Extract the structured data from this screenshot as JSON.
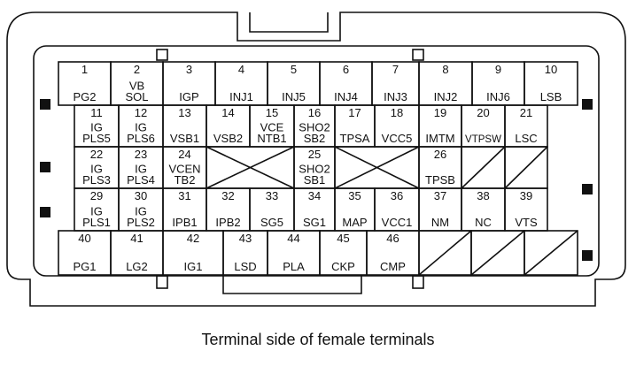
{
  "caption": "Terminal side of female terminals",
  "terminals": [
    {
      "id": "t1",
      "num": "1",
      "lines": [
        "PG2"
      ]
    },
    {
      "id": "t2",
      "num": "2",
      "lines": [
        "VB",
        "SOL"
      ]
    },
    {
      "id": "t3",
      "num": "3",
      "lines": [
        "IGP"
      ]
    },
    {
      "id": "t4",
      "num": "4",
      "lines": [
        "INJ1"
      ]
    },
    {
      "id": "t5",
      "num": "5",
      "lines": [
        "INJ5"
      ]
    },
    {
      "id": "t6",
      "num": "6",
      "lines": [
        "INJ4"
      ]
    },
    {
      "id": "t7",
      "num": "7",
      "lines": [
        "INJ3"
      ]
    },
    {
      "id": "t8",
      "num": "8",
      "lines": [
        "INJ2"
      ]
    },
    {
      "id": "t9",
      "num": "9",
      "lines": [
        "INJ6"
      ]
    },
    {
      "id": "t10",
      "num": "10",
      "lines": [
        "LSB"
      ]
    },
    {
      "id": "t11",
      "num": "11",
      "lines": [
        "IG",
        "PLS5"
      ]
    },
    {
      "id": "t12",
      "num": "12",
      "lines": [
        "IG",
        "PLS6"
      ]
    },
    {
      "id": "t13",
      "num": "13",
      "lines": [
        "VSB1"
      ]
    },
    {
      "id": "t14",
      "num": "14",
      "lines": [
        "VSB2"
      ]
    },
    {
      "id": "t15",
      "num": "15",
      "lines": [
        "VCE",
        "NTB1"
      ]
    },
    {
      "id": "t16",
      "num": "16",
      "lines": [
        "SHO2",
        "SB2"
      ]
    },
    {
      "id": "t17",
      "num": "17",
      "lines": [
        "TPSA"
      ]
    },
    {
      "id": "t18",
      "num": "18",
      "lines": [
        "VCC5"
      ]
    },
    {
      "id": "t19",
      "num": "19",
      "lines": [
        "IMTM"
      ]
    },
    {
      "id": "t20",
      "num": "20",
      "lines": [
        "VTPSW"
      ]
    },
    {
      "id": "t21",
      "num": "21",
      "lines": [
        "LSC"
      ]
    },
    {
      "id": "t22",
      "num": "22",
      "lines": [
        "IG",
        "PLS3"
      ]
    },
    {
      "id": "t23",
      "num": "23",
      "lines": [
        "IG",
        "PLS4"
      ]
    },
    {
      "id": "t24",
      "num": "24",
      "lines": [
        "VCEN",
        "TB2"
      ]
    },
    {
      "id": "t25",
      "num": "25",
      "lines": [
        "SHO2",
        "SB1"
      ]
    },
    {
      "id": "t26",
      "num": "26",
      "lines": [
        "TPSB"
      ]
    },
    {
      "id": "t29",
      "num": "29",
      "lines": [
        "IG",
        "PLS1"
      ]
    },
    {
      "id": "t30",
      "num": "30",
      "lines": [
        "IG",
        "PLS2"
      ]
    },
    {
      "id": "t31",
      "num": "31",
      "lines": [
        "IPB1"
      ]
    },
    {
      "id": "t32",
      "num": "32",
      "lines": [
        "IPB2"
      ]
    },
    {
      "id": "t33",
      "num": "33",
      "lines": [
        "SG5"
      ]
    },
    {
      "id": "t34",
      "num": "34",
      "lines": [
        "SG1"
      ]
    },
    {
      "id": "t35",
      "num": "35",
      "lines": [
        "MAP"
      ]
    },
    {
      "id": "t36",
      "num": "36",
      "lines": [
        "VCC1"
      ]
    },
    {
      "id": "t37",
      "num": "37",
      "lines": [
        "NM"
      ]
    },
    {
      "id": "t38",
      "num": "38",
      "lines": [
        "NC"
      ]
    },
    {
      "id": "t39",
      "num": "39",
      "lines": [
        "VTS"
      ]
    },
    {
      "id": "t40",
      "num": "40",
      "lines": [
        "PG1"
      ]
    },
    {
      "id": "t41",
      "num": "41",
      "lines": [
        "LG2"
      ]
    },
    {
      "id": "t42",
      "num": "42",
      "lines": [
        "IG1"
      ]
    },
    {
      "id": "t43",
      "num": "43",
      "lines": [
        "LSD"
      ]
    },
    {
      "id": "t44",
      "num": "44",
      "lines": [
        "PLA"
      ]
    },
    {
      "id": "t45",
      "num": "45",
      "lines": [
        "CKP"
      ]
    },
    {
      "id": "t46",
      "num": "46",
      "lines": [
        "CMP"
      ]
    }
  ]
}
